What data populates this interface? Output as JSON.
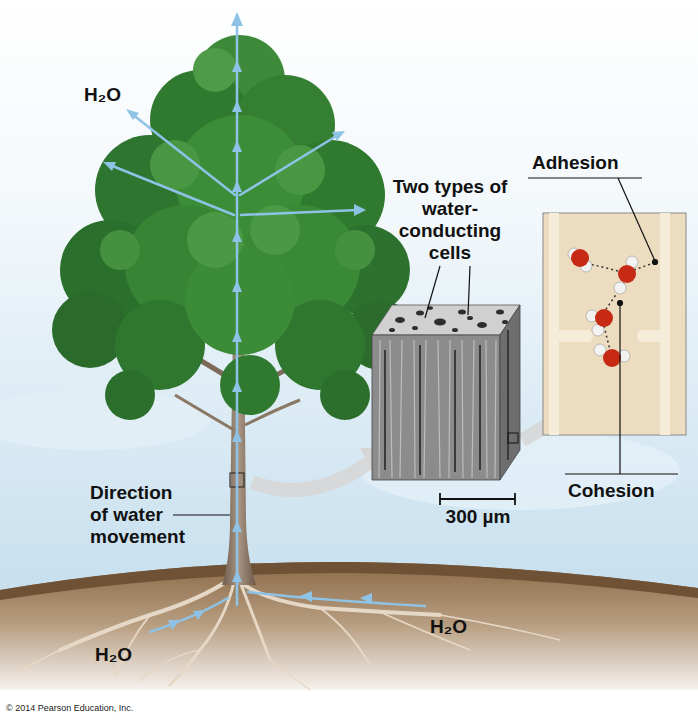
{
  "diagram": {
    "labels": [
      "H₂O",
      "Adhesion",
      "Two types of water-conducting cells",
      "Cohesion",
      "Direction of water movement",
      "300 µm",
      "H₂O",
      "H₂O",
      "© 2014 Pearson Education, Inc."
    ]
  }
}
